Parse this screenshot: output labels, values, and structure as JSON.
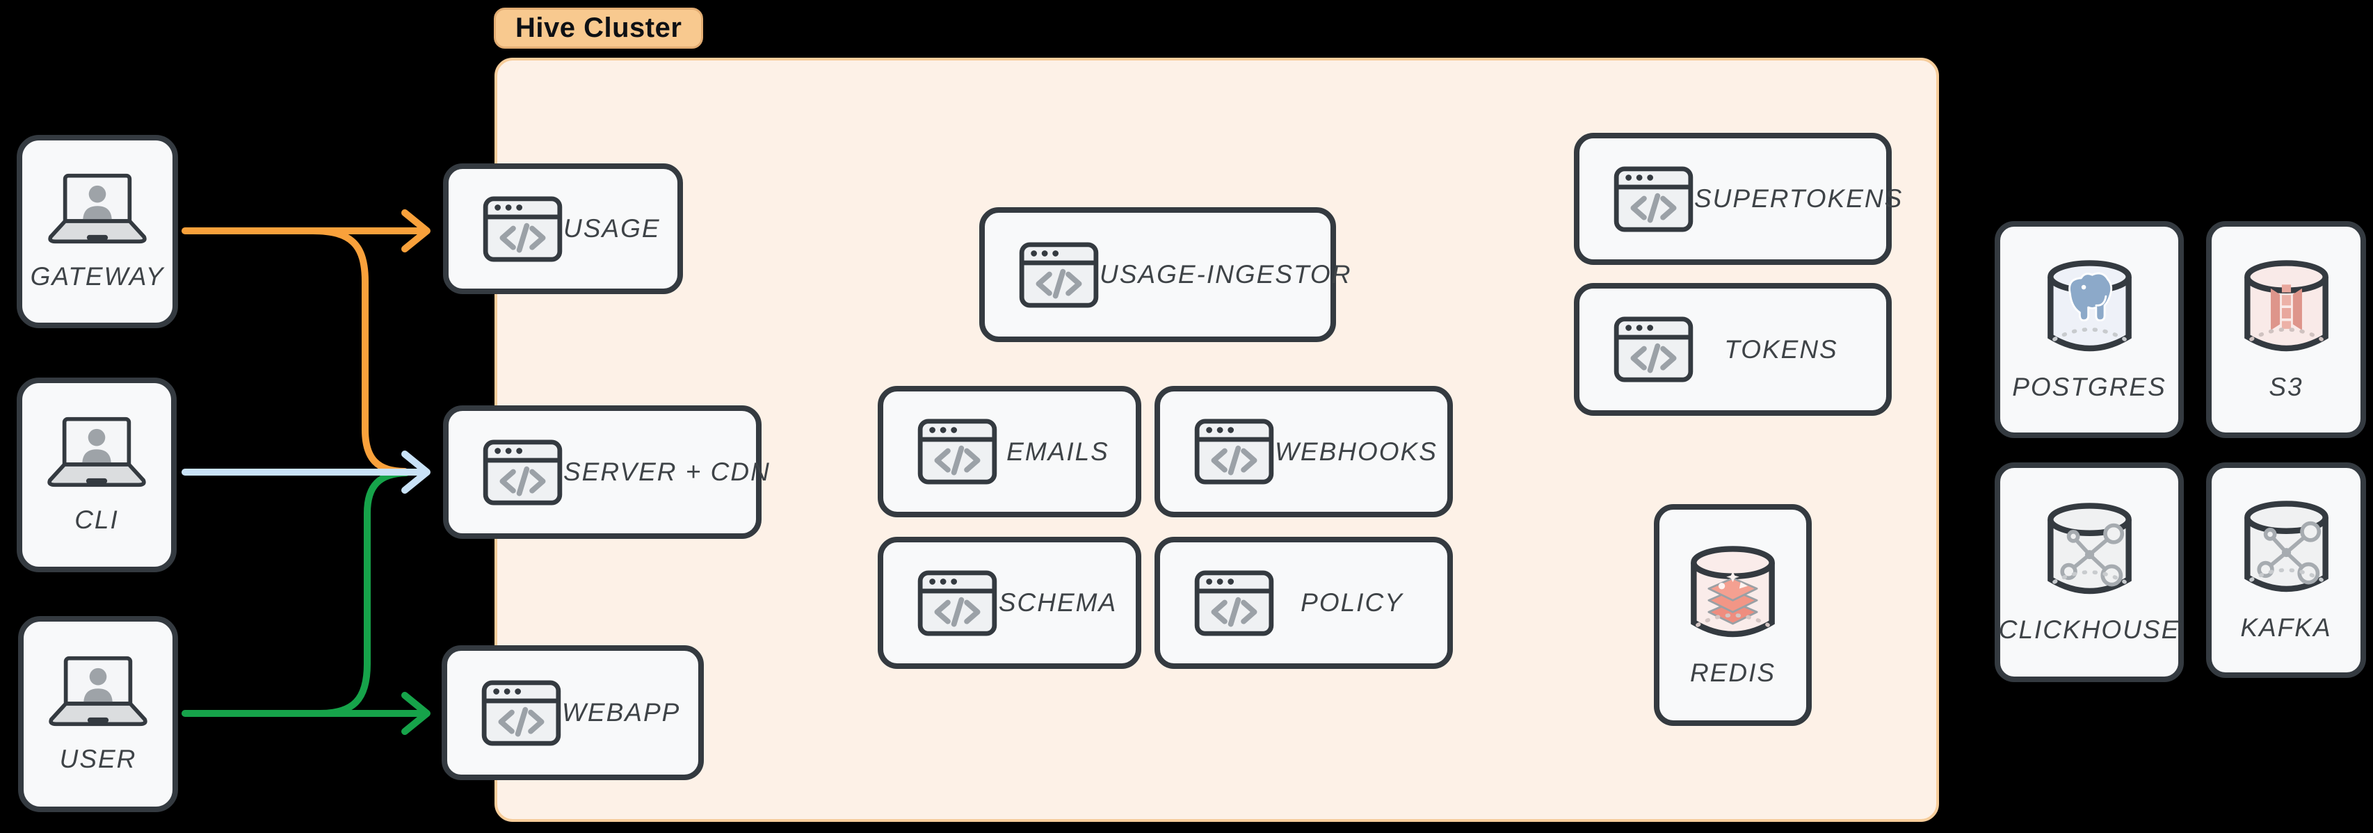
{
  "badge": {
    "label": "Hive Cluster"
  },
  "clients": [
    {
      "id": "gateway",
      "label": "GATEWAY"
    },
    {
      "id": "cli",
      "label": "CLI"
    },
    {
      "id": "user",
      "label": "USER"
    }
  ],
  "cluster_services": [
    {
      "id": "usage",
      "label": "USAGE"
    },
    {
      "id": "server-cdn",
      "label": "SERVER + CDN"
    },
    {
      "id": "webapp",
      "label": "WEBAPP"
    },
    {
      "id": "usage-ingestor",
      "label": "USAGE-INGESTOR"
    },
    {
      "id": "emails",
      "label": "EMAILS"
    },
    {
      "id": "webhooks",
      "label": "WEBHOOKS"
    },
    {
      "id": "schema",
      "label": "SCHEMA"
    },
    {
      "id": "policy",
      "label": "POLICY"
    },
    {
      "id": "supertokens",
      "label": "SUPERTOKENS"
    },
    {
      "id": "tokens",
      "label": "TOKENS"
    },
    {
      "id": "redis",
      "label": "REDIS"
    }
  ],
  "datastores": [
    {
      "id": "postgres",
      "label": "POSTGRES"
    },
    {
      "id": "s3",
      "label": "S3"
    },
    {
      "id": "clickhouse",
      "label": "CLICKHOUSE"
    },
    {
      "id": "kafka",
      "label": "KAFKA"
    }
  ],
  "edges": [
    {
      "from": "GATEWAY",
      "to": "USAGE",
      "color": "orange"
    },
    {
      "from": "GATEWAY",
      "to": "SERVER + CDN",
      "color": "orange"
    },
    {
      "from": "CLI",
      "to": "SERVER + CDN",
      "color": "blue"
    },
    {
      "from": "USER",
      "to": "SERVER + CDN",
      "color": "green"
    },
    {
      "from": "USER",
      "to": "WEBAPP",
      "color": "green"
    }
  ],
  "colors": {
    "orange": "#F9A13B",
    "blue": "#C9E2F7",
    "green": "#16A34A",
    "box_border": "#343A40",
    "box_fill": "#F8F9FA",
    "cluster_fill": "#FDF1E7",
    "cluster_border": "#F7CD9B",
    "badge_fill": "#F8C98F",
    "badge_border": "#E2AC72",
    "label_text": "#3E4347",
    "background": "#000000"
  }
}
